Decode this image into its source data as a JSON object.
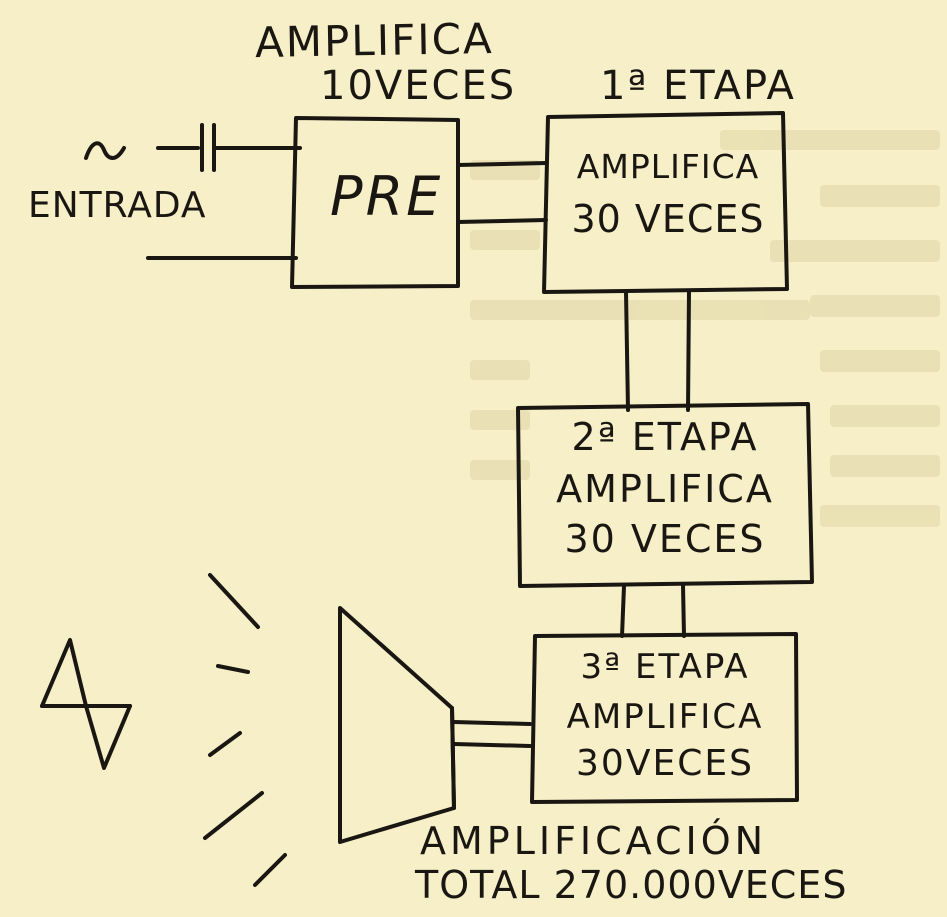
{
  "colors": {
    "paper": "#f6efc8",
    "ink": "#1a1712",
    "faint_text": "#c9c0a0"
  },
  "labels": {
    "entrada": "ENTRADA",
    "pre_caption_line1": "AMPLIFICA",
    "pre_caption_line2": "10VECES",
    "pre_box": "PRE",
    "stage1_caption": "1ª ETAPA",
    "stage1_line1": "AMPLIFICA",
    "stage1_line2": "30 VECES",
    "stage2_line1": "2ª ETAPA",
    "stage2_line2": "AMPLIFICA",
    "stage2_line3": "30 VECES",
    "stage3_line1": "3ª ETAPA",
    "stage3_line2": "AMPLIFICA",
    "stage3_line3": "30VECES",
    "total_line1": "AMPLIFICACIÓN",
    "total_line2": "TOTAL 270.000VECES"
  },
  "icons": {
    "input_signal": "sine-wave-icon",
    "capacitor": "capacitor-icon",
    "speaker": "loudspeaker-icon",
    "output_signal": "waveform-icon",
    "sound_rays": "sound-rays-icon"
  }
}
